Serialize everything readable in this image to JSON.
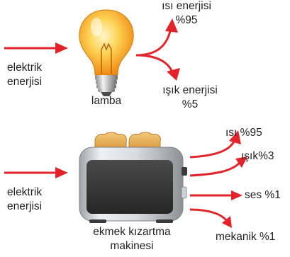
{
  "colors": {
    "arrow": "#e42229",
    "text": "#231f20"
  },
  "lamp_section": {
    "input_label_line1": "elektrik",
    "input_label_line2": "enerjisi",
    "device_label": "lamba",
    "output_heat_line1": "ısı enerjisi",
    "output_heat_line2": "%95",
    "output_light_line1": "ışık enerjisi",
    "output_light_line2": "%5"
  },
  "toaster_section": {
    "input_label_line1": "elektrik",
    "input_label_line2": "enerjisi",
    "device_label_line1": "ekmek kızartma",
    "device_label_line2": "makinesi",
    "output_heat": "ısı %95",
    "output_light": "ışık%3",
    "output_sound": "ses %1",
    "output_mechanical": "mekanik %1"
  },
  "icons": {
    "lamp": "light-bulb-icon",
    "toaster": "toaster-icon"
  }
}
